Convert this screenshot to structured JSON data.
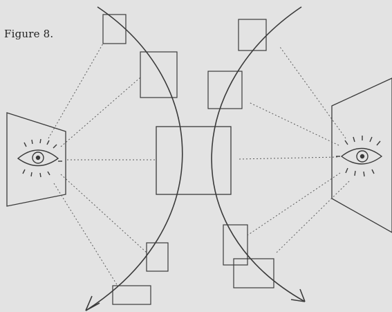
{
  "figure": {
    "caption": "Figure 8."
  },
  "diagram": {
    "description_elements": [
      "left-eye-icon",
      "right-eye-icon",
      "central-square",
      "left-arc-arrow",
      "right-arc-arrow"
    ],
    "colors": {
      "ink": "#3a3a3a",
      "background": "#e3e3e3"
    }
  }
}
